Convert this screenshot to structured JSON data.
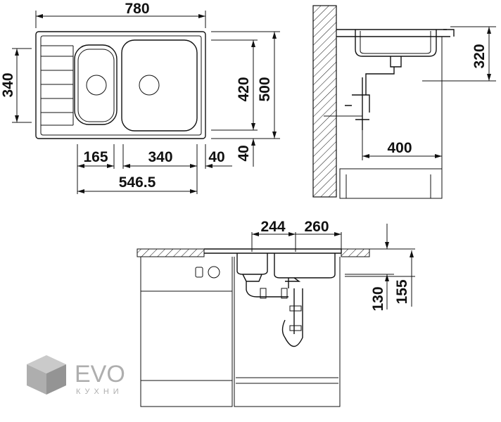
{
  "top_view": {
    "width": "780",
    "left_depth": "340",
    "bowl_depth": "420",
    "depth": "500",
    "bottom_offset": "40",
    "small_bowl": "165",
    "large_bowl": "340",
    "right_edge": "40",
    "drain_span": "546.5"
  },
  "side_view": {
    "bowl_height": "320",
    "drain_offset": "400"
  },
  "front_view": {
    "small_drain": "244",
    "large_drain": "260",
    "depth_small": "130",
    "depth_large": "155"
  },
  "watermark": {
    "brand": "EVO",
    "sub": "КУХНИ"
  }
}
